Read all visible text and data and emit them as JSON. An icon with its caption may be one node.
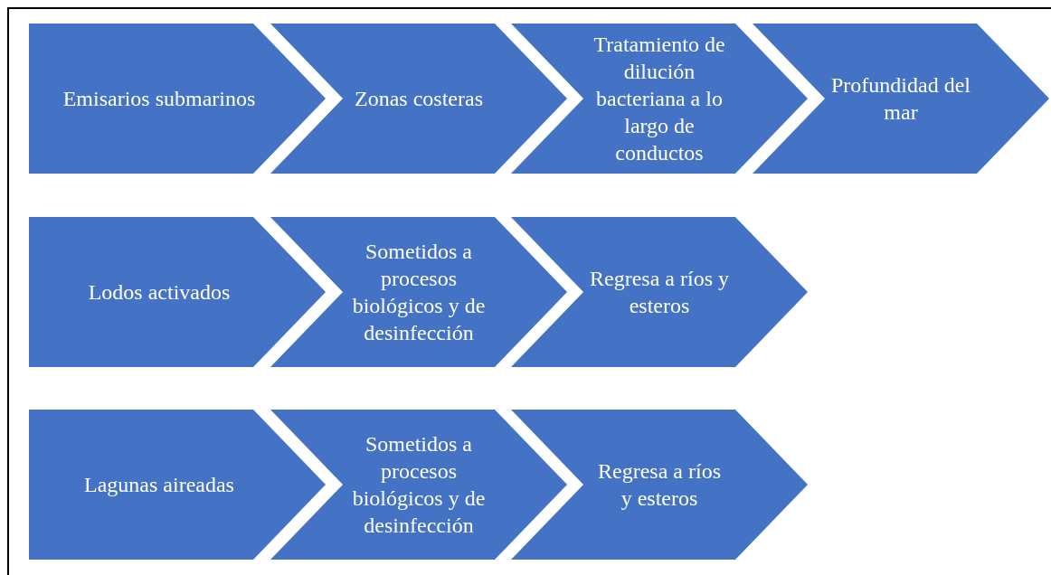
{
  "diagram": {
    "nodes": [
      {
        "text": [
          "Emisarios submarinos"
        ]
      },
      {
        "text": [
          "Zonas costeras"
        ]
      },
      {
        "text": [
          "Tratamiento de dilución bacteriana a lo largo de conductos"
        ]
      },
      {
        "text": [
          "Profundidad del mar"
        ]
      },
      {
        "text": [
          "Lodos activados"
        ]
      },
      {
        "text": [
          "Sometidos a procesos biológicos y de desinfección"
        ]
      },
      {
        "text": [
          "Regresa a ríos y esteros"
        ]
      },
      {
        "text": [
          "Lagunas aireadas"
        ]
      },
      {
        "text": [
          "Sometidos a procesos biológicos y de desinfección"
        ]
      },
      {
        "text": [
          "Regresa a ríos y esteros"
        ]
      }
    ]
  }
}
